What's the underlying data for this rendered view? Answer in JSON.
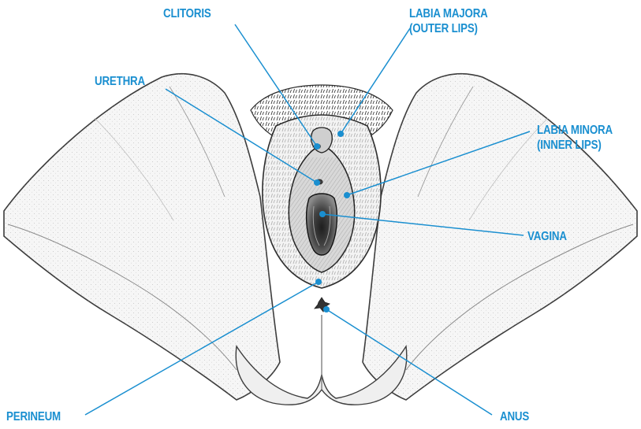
{
  "accent_color": "#1a8fd0",
  "labels": {
    "clitoris": "CLITORIS",
    "labia_majora": [
      "LABIA MAJORA",
      "(OUTER LIPS)"
    ],
    "urethra": "URETHRA",
    "labia_minora": [
      "LABIA MINORA",
      "(INNER LIPS)"
    ],
    "vagina": "VAGINA",
    "perineum": "PERINEUM",
    "anus": "ANUS"
  }
}
